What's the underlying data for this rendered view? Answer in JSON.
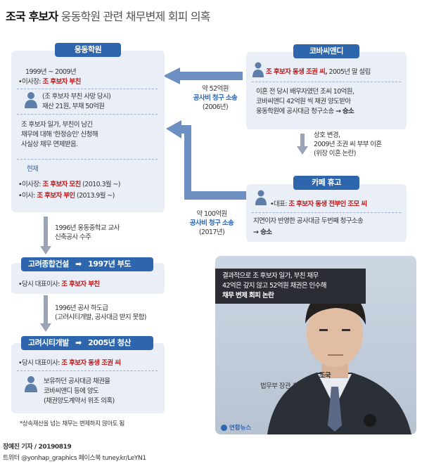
{
  "title": {
    "bold": "조국 후보자",
    "rest": "웅동학원 관련 채무변제 회피 의혹"
  },
  "woongdong": {
    "header": "웅동학원",
    "period": "1999년 ~ 2009년",
    "director_label": "•이사장:",
    "director_value": "조 후보자 부친",
    "note1": "(조 후보자 부친 사망 당시)",
    "note2": "재산 21원, 부채 50억원",
    "body1": "조 후보자 일가, 부친이 남긴",
    "body2": "채무에 대해 '한정승인' 신청해",
    "body3": "사실상 채무 면제받음.",
    "current": "현재",
    "cur1_label": "•이사장:",
    "cur1_value": "조 후보자 모친",
    "cur1_date": "(2010.3월 ~)",
    "cur2_label": "•이사:",
    "cur2_value": "조 후보자 부인",
    "cur2_date": "(2013.9월 ~)"
  },
  "kobasi": {
    "header": "코바씨앤디",
    "line1_red": "조 후보자 동생 조권 씨,",
    "line1_rest": "2005년 말 설립",
    "l2": "이혼 전 당시 배우자였던 조씨 10억원,",
    "l3": "코바씨앤디 42억원 씩 채권 양도받아",
    "l4_pre": "웅동학원에 공사대금 청구소송",
    "l4_win": "승소"
  },
  "arrow_top": {
    "t1": "약 52억원",
    "t2": "공사비 청구 소송",
    "t3": "(2006년)"
  },
  "arrow_bottom": {
    "t1": "약 100억원",
    "t2": "공사비 청구 소송",
    "t3": "(2017년)"
  },
  "divorce": {
    "t1": "상호 변경,",
    "t2": "2009년 조권 씨 부부 이혼",
    "t3": "(위장 이혼 논란)"
  },
  "cafe": {
    "header": "카페 휴고",
    "l1_label": "•대표:",
    "l1_value": "조 후보자 동생 전부인 조모 씨",
    "l2": "지연이자 반영한 공사대금 두번째 청구소송",
    "l3": "승소"
  },
  "flow1": {
    "t1": "1996년 웅동중학교 교사",
    "t2": "신축공사 수주"
  },
  "goryeo": {
    "header": "고려종합건설",
    "year": "1997년 부도",
    "l1_label": "•당시 대표이사:",
    "l1_value": "조 후보자 부친"
  },
  "flow2": {
    "t1": "1996년 공사 하도급",
    "t2": "(고려시티개발, 공사대금 받지 못함)"
  },
  "goryeocity": {
    "header": "고려시티개발",
    "year": "2005년 청산",
    "l1_label": "•당시 대표이사:",
    "l1_value": "조 후보자 동생 조권 씨",
    "l2": "보유하던 공사대금 채권을",
    "l3": "코바씨앤디 등에 양도",
    "l4": "(채권양도계약서 위조 의혹)"
  },
  "footnote": "*상속재산을 넘는 채무는 변제하지 않아도 됨",
  "quote": {
    "l1": "결과적으로 조 후보자 일가, 부친 채무",
    "l2": "42억은 갚지 않고 52억원 채권은 인수해",
    "l3": "채무 변제 회피 논란"
  },
  "person": {
    "name": "조국",
    "role": "법무부 장관 후보자"
  },
  "logo": "연합뉴스",
  "footer": {
    "l1": "장예진 기자 / 20190819",
    "l2": "트위터 @yonhap_graphics  페이스북 tuney.kr/LeYN1"
  },
  "colors": {
    "header_blue": "#2e66ad",
    "panel": "#e9eef7",
    "arrow": "#6d8fc1",
    "red": "#c21a1a"
  }
}
